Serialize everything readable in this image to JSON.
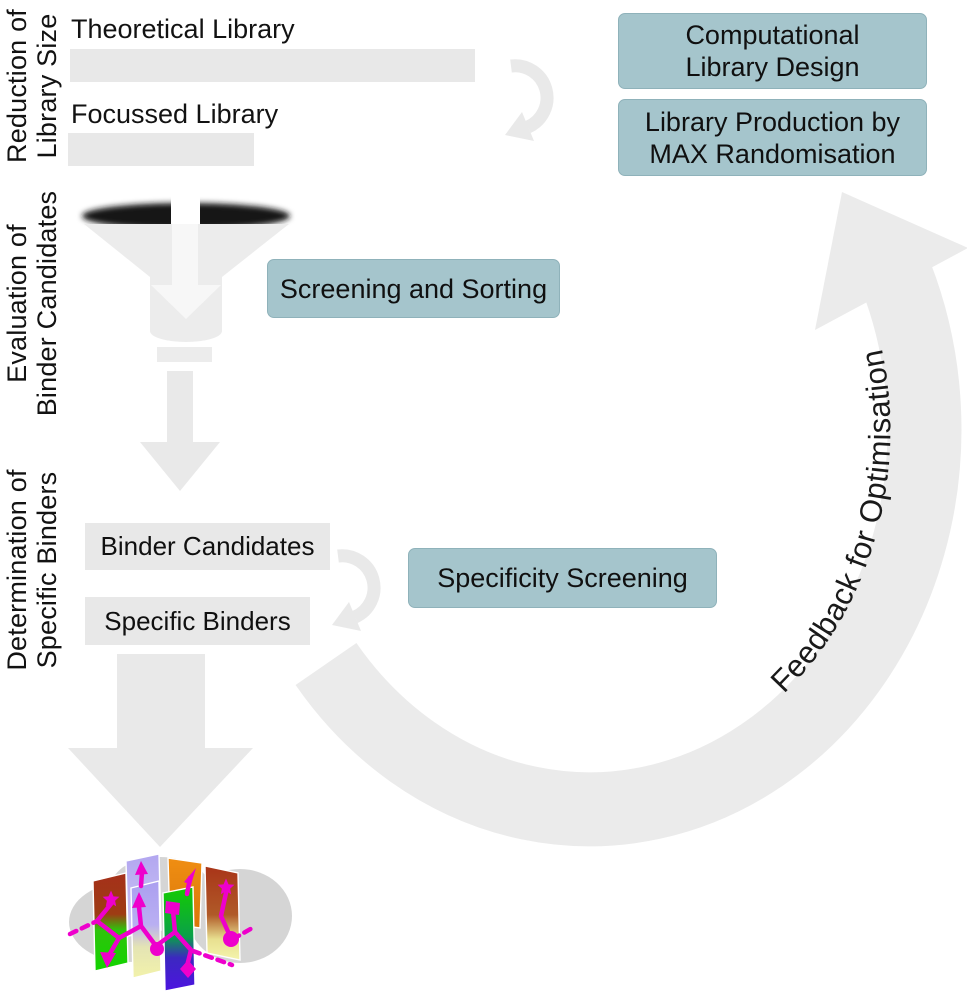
{
  "side_labels": {
    "reduction": "Reduction of\nLibrary Size",
    "evaluation": "Evaluation of\nBinder Candidates",
    "determination": "Determination of\nSpecific Binders"
  },
  "top_flow": {
    "theoretical_label": "Theoretical Library",
    "focussed_label": "Focussed Library"
  },
  "process_boxes": {
    "computational": "Computational\nLibrary Design",
    "production": "Library Production by\nMAX Randomisation",
    "screening": "Screening and Sorting",
    "specificity": "Specificity Screening"
  },
  "result_boxes": {
    "binder_candidates": "Binder Candidates",
    "specific_binders": "Specific Binders"
  },
  "feedback_label": "Feedback for Optimisation",
  "colors": {
    "teal_fill": "#a5c5cc",
    "teal_border": "#8fb2ba",
    "bar_gray": "#e8e8e8",
    "arrow_gray": "#e9e9e9",
    "arc_gray": "#ebebeb",
    "funnel_gray": "#ececec",
    "magenta": "#ee00cc"
  }
}
